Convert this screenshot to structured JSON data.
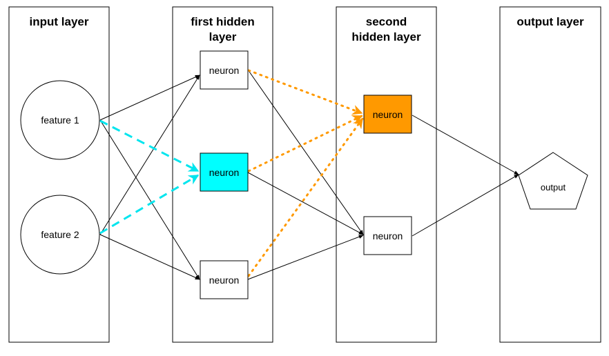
{
  "layers": [
    {
      "title_lines": [
        "input layer"
      ]
    },
    {
      "title_lines": [
        "first hidden",
        "layer"
      ]
    },
    {
      "title_lines": [
        "second",
        "hidden layer"
      ]
    },
    {
      "title_lines": [
        "output layer"
      ]
    }
  ],
  "input_nodes": [
    {
      "label": "feature 1"
    },
    {
      "label": "feature 2"
    }
  ],
  "hidden1_nodes": [
    {
      "label": "neuron",
      "fill": "#ffffff"
    },
    {
      "label": "neuron",
      "fill": "#00ffff"
    },
    {
      "label": "neuron",
      "fill": "#ffffff"
    }
  ],
  "hidden2_nodes": [
    {
      "label": "neuron",
      "fill": "#ff9900"
    },
    {
      "label": "neuron",
      "fill": "#ffffff"
    }
  ],
  "output_node": {
    "label": "output"
  },
  "colors": {
    "highlight_cyan": "#00e5ee",
    "highlight_orange": "#ff9900",
    "edge": "#000000"
  }
}
